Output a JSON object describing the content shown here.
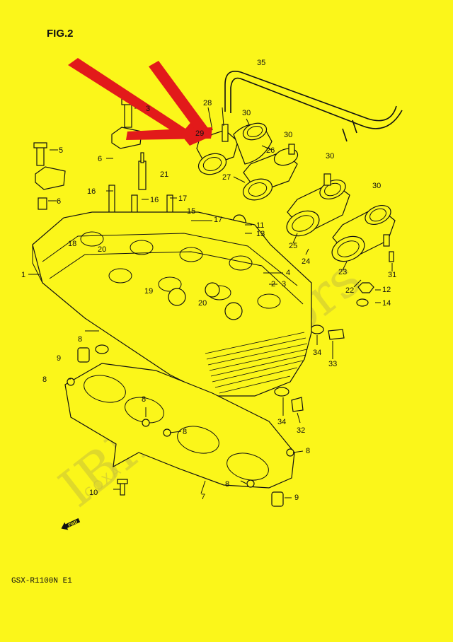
{
  "figure": {
    "title": "FIG.2",
    "model_code": "GSX-R1100N E1",
    "fwd_label": "FWD"
  },
  "watermark": {
    "main": "IBIRA Motors",
    "sub": "COXA"
  },
  "colors": {
    "background": "#fbf61a",
    "arrow": "#e21a1a",
    "line": "#111111"
  },
  "callouts": {
    "c35": "35",
    "c28": "28",
    "c30a": "30",
    "c29": "29",
    "c30b": "30",
    "c26": "26",
    "c27": "27",
    "c30c": "30",
    "c30d": "30",
    "c3": "3",
    "c5a": "5",
    "c6a": "6",
    "c21": "21",
    "c5b": "5",
    "c6b": "6",
    "c16a": "16",
    "c16b": "16",
    "c17a": "17",
    "c15": "15",
    "c17b": "17",
    "c11": "11",
    "c13": "13",
    "c25": "25",
    "c24": "24",
    "c23": "23",
    "c22": "22",
    "c31": "31",
    "c12": "12",
    "c14": "14",
    "c18": "18",
    "c20a": "20",
    "c1": "1",
    "c4": "4",
    "c2": "2",
    "c3b": "3",
    "c19": "19",
    "c20b": "20",
    "c8a": "8",
    "c9a": "9",
    "c34a": "34",
    "c33": "33",
    "c8b": "8",
    "c8c": "8",
    "c8d": "8",
    "c34b": "34",
    "c32": "32",
    "c8e": "8",
    "c8f": "8",
    "c7": "7",
    "c10": "10",
    "c9b": "9"
  }
}
